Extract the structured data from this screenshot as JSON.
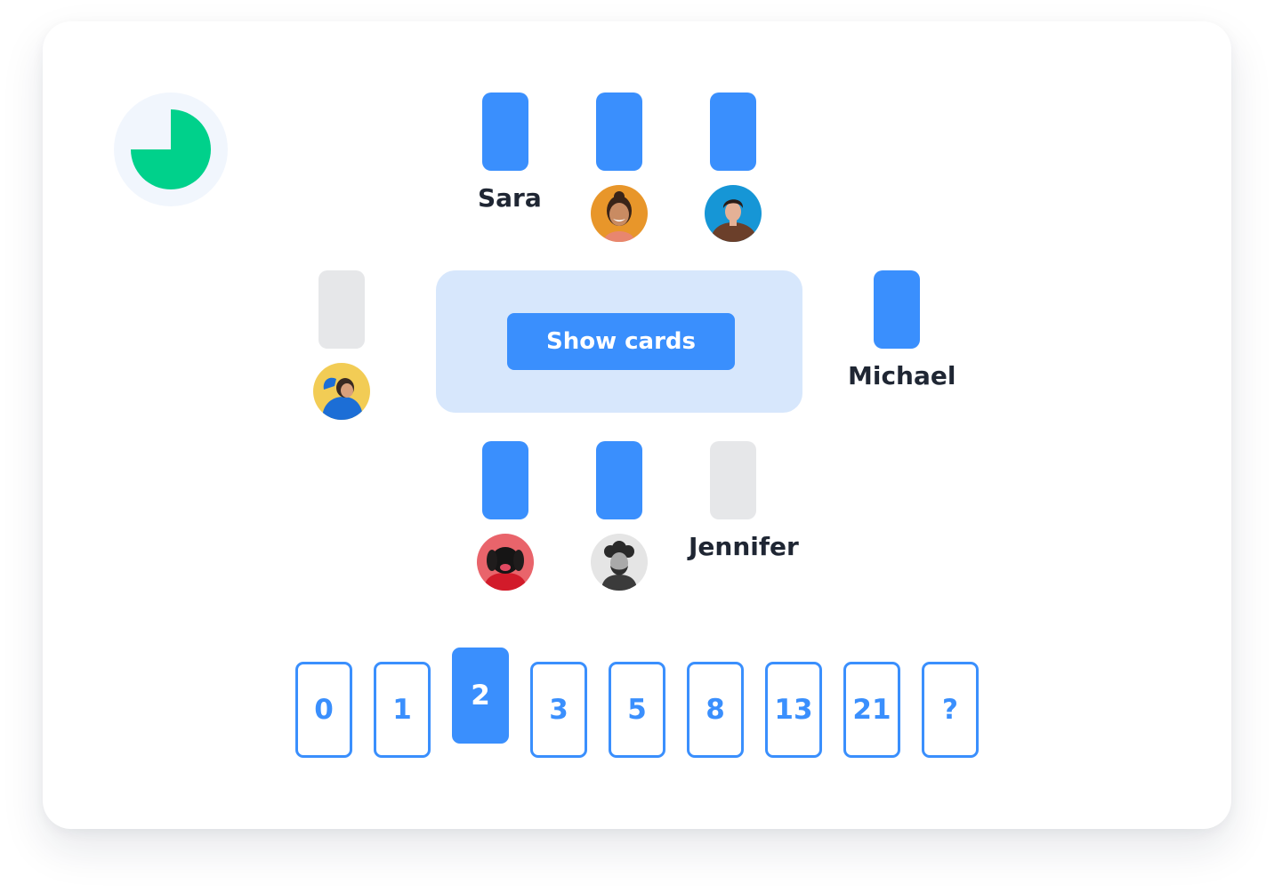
{
  "colors": {
    "accent": "#3a8ffd",
    "empty_card": "#e6e7e9",
    "table": "#d7e7fc",
    "timer": "#00d18b",
    "timer_bg": "#f1f6fd",
    "text": "#1f2633"
  },
  "timer": {
    "icon": "timer-pie-icon",
    "remaining_fraction": 0.75
  },
  "players": {
    "sara": {
      "name": "Sara",
      "card": "played"
    },
    "top_middle": {
      "avatar": "avatar-smiling-woman",
      "card": "played"
    },
    "top_right": {
      "avatar": "avatar-man-blue-sky",
      "card": "played"
    },
    "left": {
      "avatar": "avatar-person-yellow-bg",
      "card": "not-played"
    },
    "michael": {
      "name": "Michael",
      "card": "played"
    },
    "bottom_left": {
      "avatar": "avatar-dog-red",
      "card": "played"
    },
    "bottom_middle": {
      "avatar": "avatar-curly-hair-man",
      "card": "played"
    },
    "jennifer": {
      "name": "Jennifer",
      "card": "not-played"
    }
  },
  "table": {
    "show_cards_label": "Show cards"
  },
  "deck": {
    "cards": [
      "0",
      "1",
      "2",
      "3",
      "5",
      "8",
      "13",
      "21",
      "?"
    ],
    "selected": "2"
  }
}
